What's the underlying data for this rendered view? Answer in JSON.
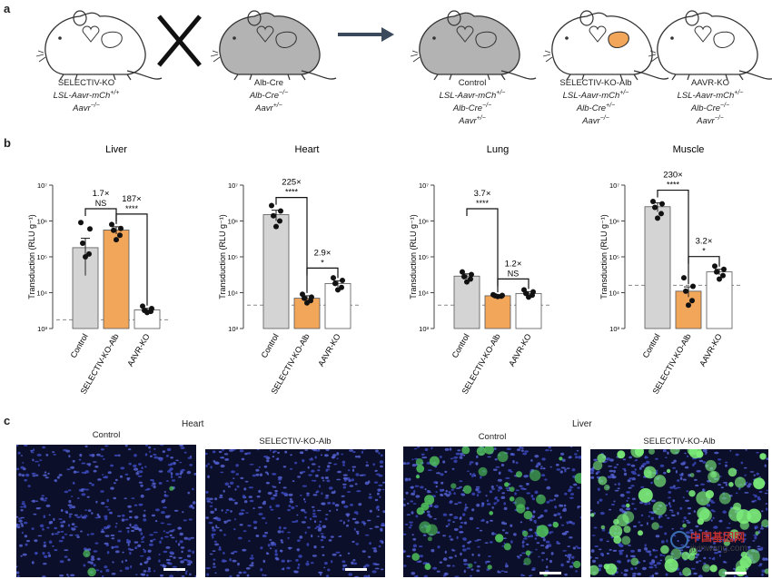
{
  "panels": {
    "a": "a",
    "b": "b",
    "c": "c"
  },
  "mice": [
    {
      "name": "SELECTIV-KO",
      "g1": "LSL-Aavr-mCh",
      "g1s": "+/+",
      "g2": "Aavr",
      "g2s": "−/−"
    },
    {
      "name": "Alb-Cre",
      "g1": "Alb-Cre",
      "g1s": "−/−",
      "g2": "Aavr",
      "g2s": "+/−"
    },
    {
      "name": "Control",
      "g1": "LSL-Aavr-mCh",
      "g1s": "+/−",
      "g2": "Alb-Cre",
      "g2s": "−/−",
      "g3": "Aavr",
      "g3s": "+/−"
    },
    {
      "name": "SELECTIV-KO-Alb",
      "g1": "LSL-Aavr-mCh",
      "g1s": "+/−",
      "g2": "Alb-Cre",
      "g2s": "+/−",
      "g3": "Aavr",
      "g3s": "−/−"
    },
    {
      "name": "AAVR-KO",
      "g1": "LSL-Aavr-mCh",
      "g1s": "+/−",
      "g2": "Alb-Cre",
      "g2s": "−/−",
      "g3": "Aavr",
      "g3s": "−/−"
    }
  ],
  "colors": {
    "control": "#d4d4d4",
    "selectiv": "#f2a65a",
    "aavr": "#ffffff",
    "arrow": "#3a4a5c",
    "mouse_gray": "#b3b3b3"
  },
  "chart_data": [
    {
      "type": "bar",
      "title": "Liver",
      "ylabel": "Transduction (RLU g⁻¹)",
      "yscale": "log",
      "ylim": [
        1000,
        10000000
      ],
      "yticks": [
        "10³",
        "10⁴",
        "10⁵",
        "10⁶",
        "10⁷"
      ],
      "categories": [
        "Control",
        "SELECTIV-KO-Alb",
        "AAVR-KO"
      ],
      "values": [
        180000,
        560000,
        3300
      ],
      "points": [
        [
          900000,
          600000,
          240000,
          120000,
          100000
        ],
        [
          800000,
          620000,
          550000,
          400000,
          300000
        ],
        [
          4200,
          3600,
          3200,
          3000,
          2800
        ]
      ],
      "error": [
        150000,
        130000,
        350
      ],
      "baseline": 1750,
      "comparisons": [
        {
          "from": 0,
          "to": 1,
          "fold": "1.7×",
          "sig": "NS"
        },
        {
          "from": 1,
          "to": 2,
          "fold": "187×",
          "sig": "****"
        }
      ]
    },
    {
      "type": "bar",
      "title": "Heart",
      "ylabel": "Transduction (RLU g⁻¹)",
      "yscale": "log",
      "ylim": [
        1000,
        10000000
      ],
      "yticks": [
        "10³",
        "10⁴",
        "10⁵",
        "10⁶",
        "10⁷"
      ],
      "categories": [
        "Control",
        "SELECTIV-KO-Alb",
        "AAVR-KO"
      ],
      "values": [
        1500000,
        7000,
        18000
      ],
      "points": [
        [
          2700000,
          1900000,
          1400000,
          1000000,
          700000
        ],
        [
          9000,
          7500,
          7000,
          6000,
          5200
        ],
        [
          26000,
          22000,
          18000,
          14000,
          12000
        ]
      ],
      "error": [
        500000,
        1200,
        3500
      ],
      "baseline": 4500,
      "comparisons": [
        {
          "from": 0,
          "to": 1,
          "fold": "225×",
          "sig": "****"
        },
        {
          "from": 1,
          "to": 2,
          "fold": "2.9×",
          "sig": "*"
        }
      ]
    },
    {
      "type": "bar",
      "title": "Lung",
      "ylabel": "Transduction (RLU g⁻¹)",
      "yscale": "log",
      "ylim": [
        1000,
        10000000
      ],
      "yticks": [
        "10³",
        "10⁴",
        "10⁵",
        "10⁶",
        "10⁷"
      ],
      "categories": [
        "Control",
        "SELECTIV-KO-Alb",
        "AAVR-KO"
      ],
      "values": [
        29000,
        8200,
        9500
      ],
      "points": [
        [
          38000,
          32000,
          28000,
          24000,
          20000
        ],
        [
          8800,
          8400,
          8200,
          8000,
          7800
        ],
        [
          12000,
          10500,
          9500,
          8500,
          7500
        ]
      ],
      "error": [
        4500,
        400,
        1200
      ],
      "baseline": 4500,
      "comparisons": [
        {
          "from": 0,
          "to": 1,
          "fold": "3.7×",
          "sig": "****"
        },
        {
          "from": 1,
          "to": 2,
          "fold": "1.2×",
          "sig": "NS"
        }
      ]
    },
    {
      "type": "bar",
      "title": "Muscle",
      "ylabel": "Transduction (RLU g⁻¹)",
      "yscale": "log",
      "ylim": [
        1000,
        10000000
      ],
      "yticks": [
        "10³",
        "10⁴",
        "10⁵",
        "10⁶",
        "10⁷"
      ],
      "categories": [
        "Control",
        "SELECTIV-KO-Alb",
        "AAVR-KO"
      ],
      "values": [
        2500000,
        11000,
        38000
      ],
      "points": [
        [
          3500000,
          3000000,
          2400000,
          1600000,
          1200000
        ],
        [
          26000,
          15000,
          11000,
          6000,
          4500
        ],
        [
          55000,
          45000,
          38000,
          30000,
          24000
        ]
      ],
      "error": [
        700000,
        3500,
        7000
      ],
      "baseline": 16000,
      "comparisons": [
        {
          "from": 0,
          "to": 1,
          "fold": "230×",
          "sig": "****"
        },
        {
          "from": 1,
          "to": 2,
          "fold": "3.2×",
          "sig": "*"
        }
      ]
    }
  ],
  "micrographs": {
    "heart_group": "Heart",
    "liver_group": "Liver",
    "images": [
      {
        "title": "Control",
        "tissue": "heart"
      },
      {
        "title": "SELECTIV-KO-Alb",
        "tissue": "heart"
      },
      {
        "title": "Control",
        "tissue": "liver"
      },
      {
        "title": "SELECTIV-KO-Alb",
        "tissue": "liver"
      }
    ]
  },
  "watermark": {
    "text_cn": "中国基因网",
    "text_url": "jiyinwang.com"
  }
}
